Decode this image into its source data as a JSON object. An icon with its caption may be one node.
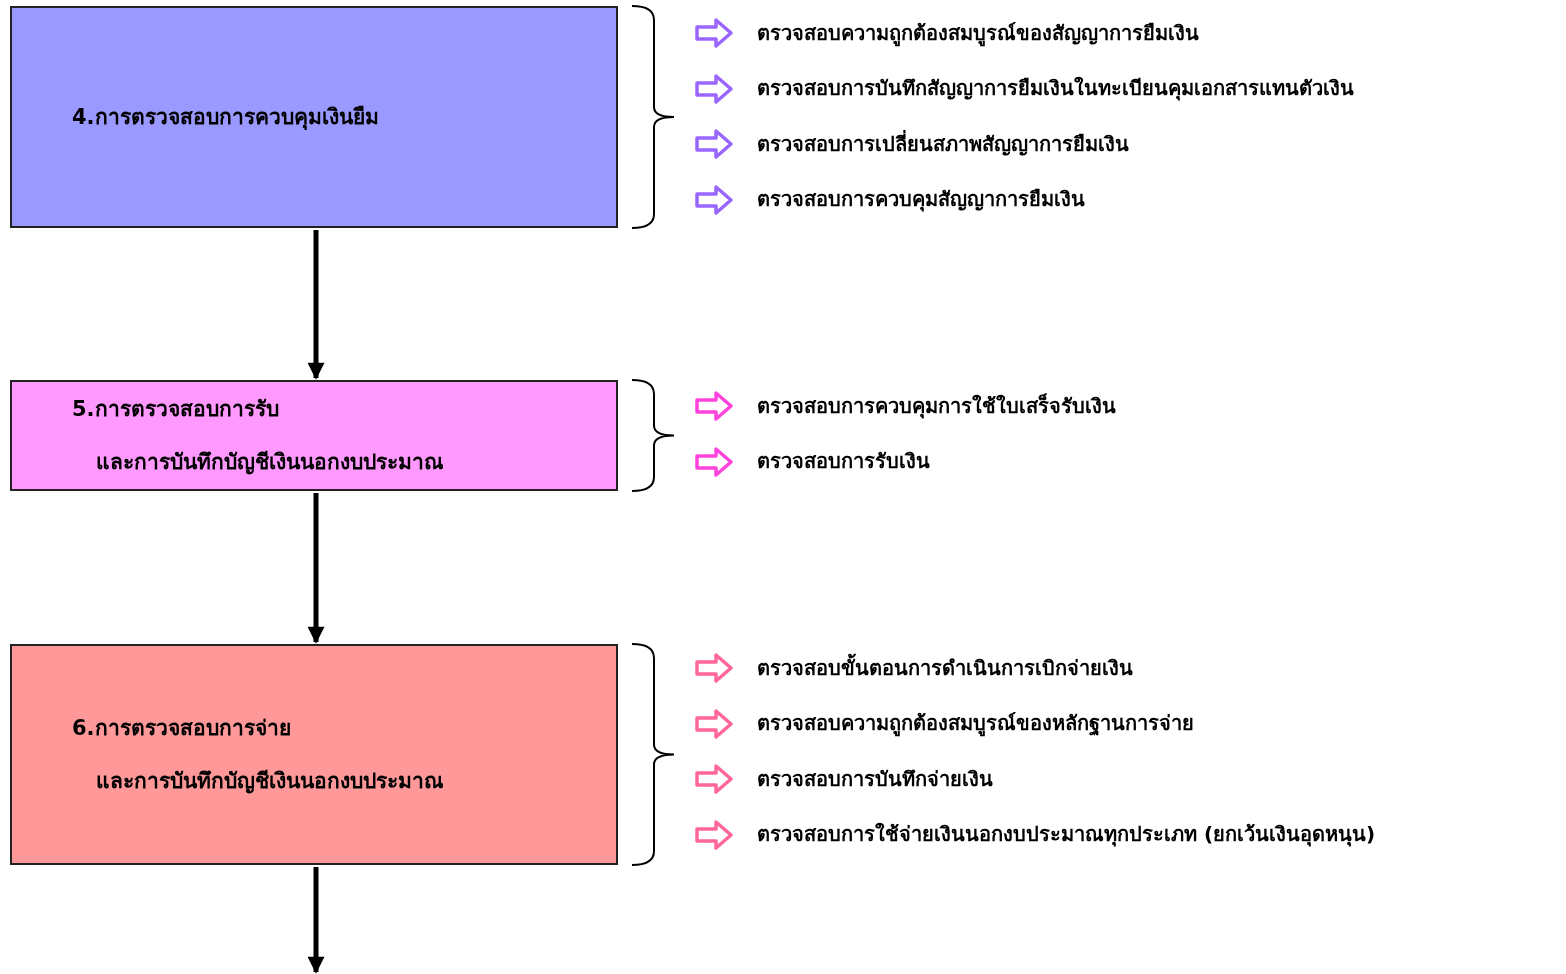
{
  "diagram": {
    "nodes": [
      {
        "text": [
          "4.การตรวจสอบการควบคุมเงินยืม"
        ],
        "beside": [
          "ตรวจสอบความถูกต้องสมบูรณ์ของสัญญาการยืมเงิน",
          "ตรวจสอบการบันทึกสัญญาการยืมเงินในทะเบียนคุมเอกสารแทนตัวเงิน",
          "ตรวจสอบการเปลี่ยนสภาพสัญญาการยืมเงิน",
          "ตรวจสอบการควบคุมสัญญาการยืมเงิน"
        ]
      },
      {
        "text": [
          "5.การตรวจสอบการรับ",
          "และการบันทึกบัญชีเงินนอกงบประมาณ"
        ],
        "beside": [
          "ตรวจสอบการควบคุมการใช้ใบเสร็จรับเงิน",
          "ตรวจสอบการรับเงิน"
        ]
      },
      {
        "text": [
          "6.การตรวจสอบการจ่าย",
          "และการบันทึกบัญชีเงินนอกงบประมาณ"
        ],
        "beside": [
          "ตรวจสอบขั้นตอนการดำเนินการเบิกจ่ายเงิน",
          "ตรวจสอบความถูกต้องสมบูรณ์ของหลักฐานการจ่าย",
          "ตรวจสอบการบันทึกจ่ายเงิน",
          "ตรวจสอบการใช้จ่ายเงินนอกงบประมาณทุกประเภท (ยกเว้นเงินอุดหนุน)"
        ]
      }
    ],
    "edges": [
      {
        "from": 0,
        "to": 1,
        "arrow": "to"
      },
      {
        "from": 1,
        "to": 2,
        "arrow": "to"
      },
      {
        "from": 2,
        "to": null,
        "arrow": "to"
      }
    ]
  }
}
